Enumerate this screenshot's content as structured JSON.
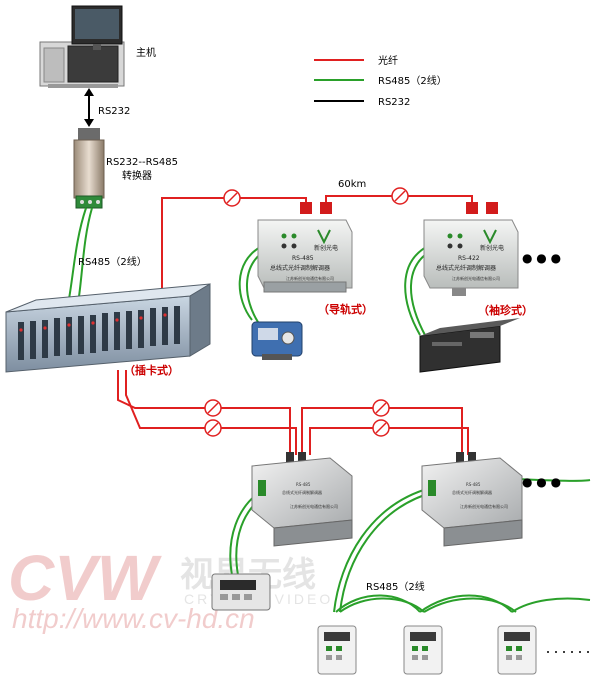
{
  "legend": {
    "items": [
      {
        "label": "光纤",
        "color": "#e02020"
      },
      {
        "label": "RS485（2线）",
        "color": "#2aa02a"
      },
      {
        "label": "RS232",
        "color": "#000000"
      }
    ]
  },
  "labels": {
    "host": "主机",
    "rs232": "RS232",
    "converter_line1": "RS232--RS485",
    "converter_line2": "转换器",
    "rs485_left": "RS485（2线）",
    "distance": "60km",
    "rail_type": "（导轨式）",
    "mini_type": "（袖珍式）",
    "card_type": "（插卡式）",
    "rs485_bottom": "RS485（2线",
    "more": "● ● ●"
  },
  "devices": {
    "rail_unit": {
      "model": "RS-485",
      "name": "总线式光纤调制解调器",
      "maker": "江苏新创光电通信有限公司",
      "brand": "新创光电"
    },
    "mini_unit": {
      "model": "RS-422",
      "name": "总线式光纤调制解调器",
      "maker": "江苏新创光电通信有限公司",
      "brand": "新创光电"
    },
    "box_unit": {
      "model": "RS-485",
      "name": "总线式光纤调制解调器",
      "maker": "江苏新创光电通信有限公司"
    }
  },
  "watermark": {
    "brand": "CVW",
    "chinese": "视界无线",
    "english": "CRYSTAL VIDEO",
    "url": "http://www.cv-hd.cn"
  },
  "colors": {
    "fiber": "#e02020",
    "rs485": "#2aa02a",
    "rs232": "#000000",
    "accent": "#cc0000"
  }
}
